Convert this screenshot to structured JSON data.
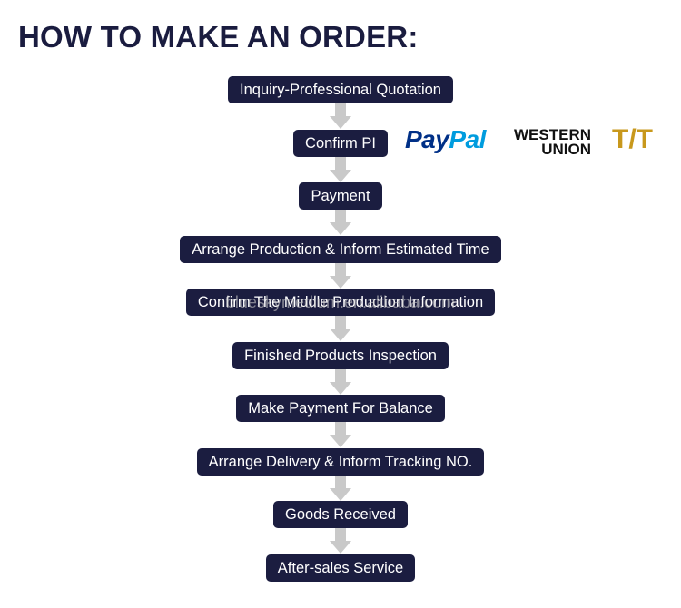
{
  "title": "HOW TO MAKE AN ORDER:",
  "steps": [
    "Inquiry-Professional Quotation",
    "Confirm PI",
    "Payment",
    "Arrange Production & Inform Estimated Time",
    "Confirm The Middle Production Information",
    "Finished Products Inspection",
    "Make Payment For Balance",
    "Arrange Delivery & Inform Tracking NO.",
    "Goods Received",
    "After-sales Service"
  ],
  "payment_logos": {
    "paypal_pay": "Pay",
    "paypal_pal": "Pal",
    "western_union_line1": "WESTERN",
    "western_union_line2": "UNION",
    "tt": "T/T"
  },
  "watermark": "blueskymedium.en.alibaba.com",
  "colors": {
    "step_background": "#1b1d40",
    "step_text": "#ffffff",
    "title_text": "#1a1c3f",
    "arrow": "#c9c9c9",
    "paypal_dark": "#003087",
    "paypal_light": "#009cde",
    "tt_gold": "#c8981c"
  }
}
